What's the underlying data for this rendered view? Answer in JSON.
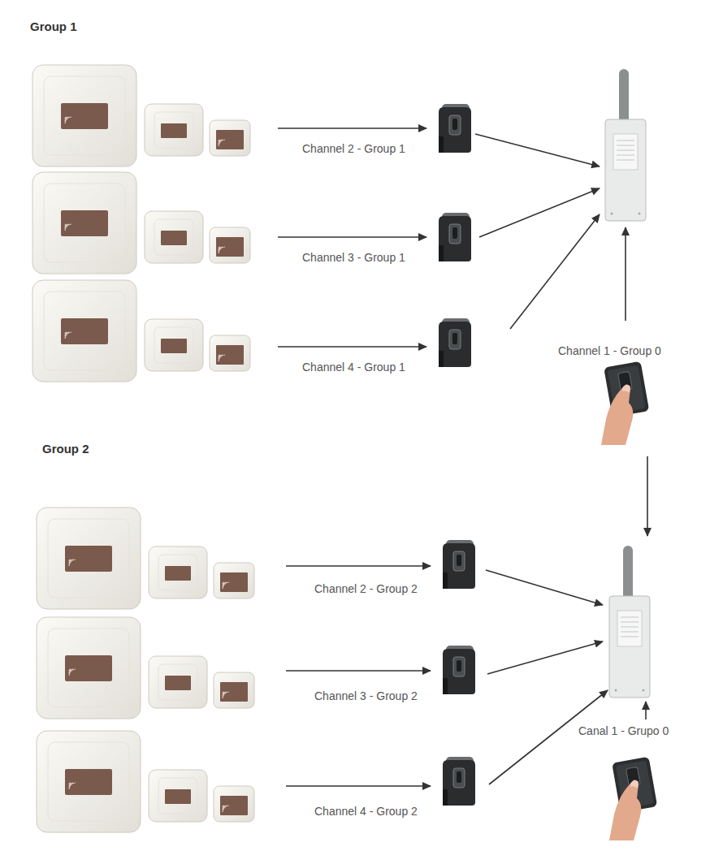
{
  "diagram": {
    "labels": [
      "Group 1",
      "Channel 2 - Group 1",
      "Channel 3 - Group 1",
      "Channel 4 - Group 1",
      "Channel 1 - Group 0",
      "Group 2",
      "Channel 2 - Group 2",
      "Channel 3 - Group 2",
      "Channel 4 - Group 2",
      "Canal 1 - Grupo 0"
    ]
  }
}
